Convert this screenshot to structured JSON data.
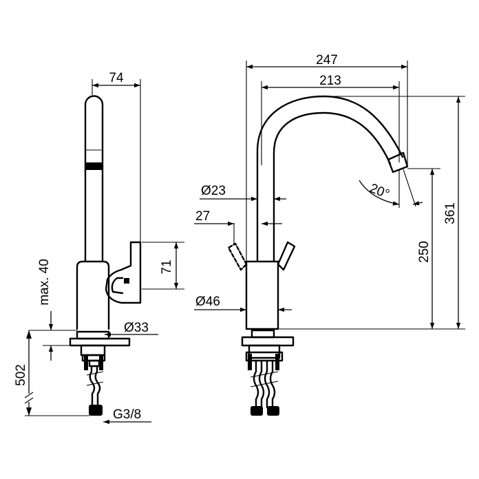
{
  "dimensions": {
    "side_width": "74",
    "handle_height": "71",
    "max_thickness": "max. 40",
    "shank_diameter": "Ø33",
    "hose_length": "502",
    "thread": "G3/8",
    "overall_reach": "247",
    "spout_reach": "213",
    "spout_diameter": "Ø23",
    "lever_width": "27",
    "body_diameter": "Ø46",
    "spout_angle": "20°",
    "spout_height": "250",
    "overall_height": "361"
  }
}
